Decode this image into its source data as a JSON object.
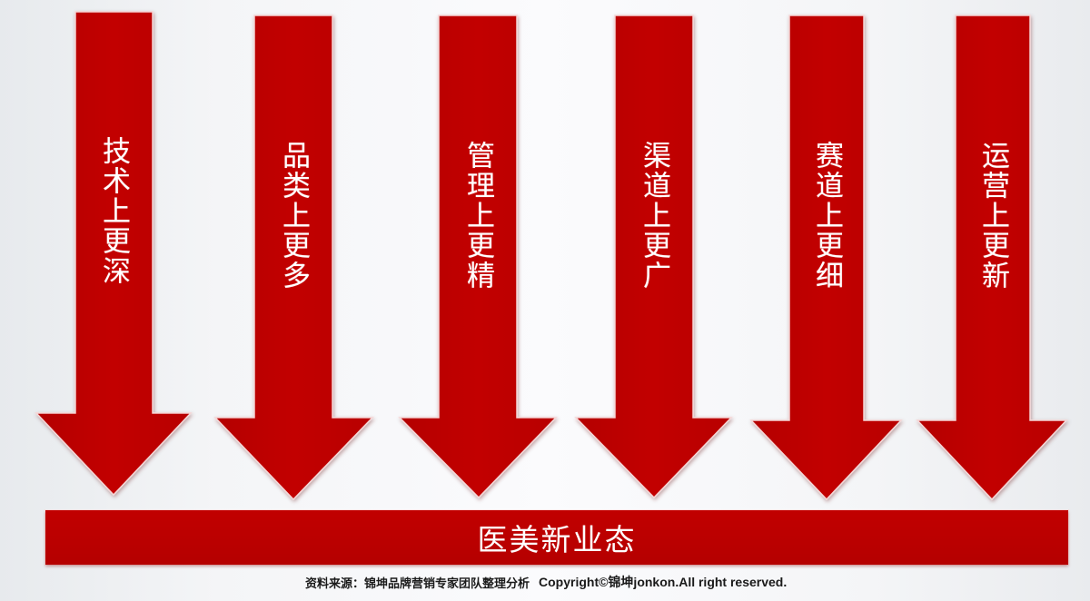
{
  "diagram": {
    "type": "converging-arrows",
    "colors": {
      "arrow_fill": "#bf0000",
      "arrow_edge": "#f3d0d0",
      "base_fill": "#b80000",
      "text": "#ffffff",
      "background": "#f4f5f7"
    },
    "arrows": [
      {
        "label": "技术上更深"
      },
      {
        "label": "品类上更多"
      },
      {
        "label": "管理上更精"
      },
      {
        "label": "渠道上更广"
      },
      {
        "label": "赛道上更细"
      },
      {
        "label": "运营上更新"
      }
    ],
    "base": {
      "label": "医美新业态"
    }
  },
  "footer": {
    "source": "资料来源：锦坤品牌营销专家团队整理分析",
    "copyright": "Copyright©锦坤jonkon.All right reserved."
  }
}
